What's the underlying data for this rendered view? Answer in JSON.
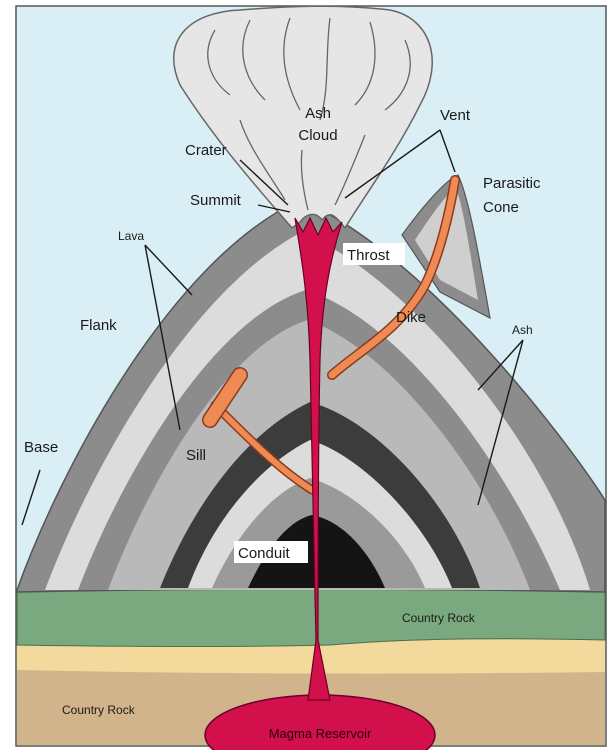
{
  "labels": {
    "ash_cloud_1": "Ash",
    "ash_cloud_2": "Cloud",
    "vent": "Vent",
    "crater": "Crater",
    "summit": "Summit",
    "parasitic_1": "Parasitic",
    "parasitic_2": "Cone",
    "lava": "Lava",
    "throat": "Throst",
    "flank": "Flank",
    "dike": "Dike",
    "ash_layers": "Ash",
    "base": "Base",
    "sill": "Sill",
    "conduit": "Conduit",
    "country_rock_upper": "Country Rock",
    "country_rock_lower": "Country Rock",
    "magma_reservoir": "Magma Reservoir"
  },
  "colors": {
    "sky": "#d9eef5",
    "ash_cloud": "#e6e6e6",
    "dark_rock": "#8c8c8c",
    "mid_rock": "#b9b9b9",
    "light_rock": "#dcdcdc",
    "darkest_rock": "#3c3c3c",
    "black_core": "#141414",
    "green_layer": "#7aa97f",
    "sand_layer": "#f3d99b",
    "brown_layer": "#d2b48c",
    "magma": "#d1104c",
    "dike_orange": "#f08a55"
  }
}
